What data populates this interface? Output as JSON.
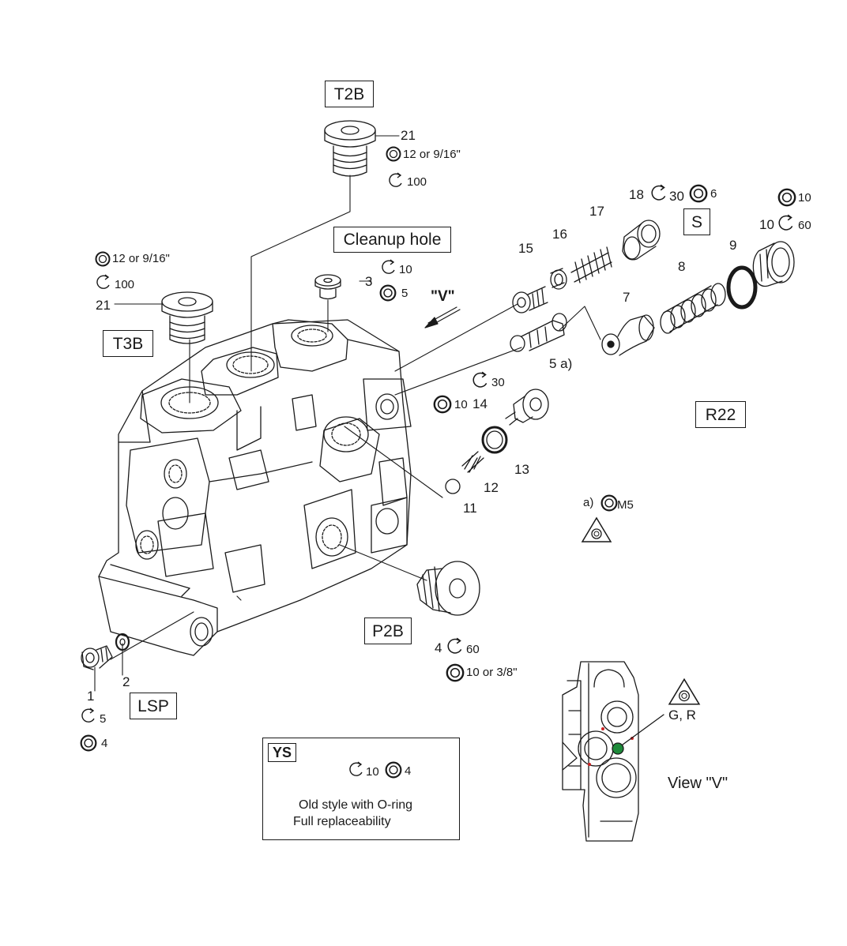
{
  "boxes": {
    "t2b": "T2B",
    "t3b": "T3B",
    "cleanup": "Cleanup hole",
    "s": "S",
    "r22": "R22",
    "p2b": "P2B",
    "lsp": "LSP"
  },
  "parts": {
    "p21_top": "21",
    "p21_left": "21",
    "p3": "3",
    "p15": "15",
    "p16": "16",
    "p17": "17",
    "p18": "18",
    "p9": "9",
    "p8": "8",
    "p7": "7",
    "p5a": "5 a)",
    "p14": "14",
    "p13": "13",
    "p12": "12",
    "p11": "11",
    "p4": "4",
    "p2": "2",
    "p1": "1",
    "p10_right": "10"
  },
  "specs": {
    "t2b_seal": "12 or 9/16\"",
    "t2b_torque": "100",
    "t3b_seal": "12 or 9/16\"",
    "t3b_torque": "100",
    "cleanup_torque": "10",
    "cleanup_seal": "5",
    "s_torque": "30",
    "s_seal": "6",
    "r22_seal": "10",
    "r22_torque": "60",
    "p14_torque": "30",
    "p14_seal": "10",
    "a_prefix": "a)",
    "a_seal": "M5",
    "p2b_torque": "60",
    "p2b_seal": "10 or 3/8\"",
    "p1_torque": "5",
    "p1_seal": "4",
    "ys_torque": "10",
    "ys_seal": "4"
  },
  "view_arrow": "\"V\"",
  "view_v": {
    "marker_label": "G, R",
    "caption": "View \"V\""
  },
  "ys": {
    "tag": "YS",
    "line1": "Old style with O-ring",
    "line2": "Full replaceability"
  },
  "icons": [
    "seal-ring-icon",
    "torque-arrow-icon",
    "warning-triangle-icon",
    "view-arrow-icon"
  ],
  "colors": {
    "ink": "#1a1a1a",
    "marker_green": "#1e8a3a",
    "marker_red": "#cc2222"
  }
}
